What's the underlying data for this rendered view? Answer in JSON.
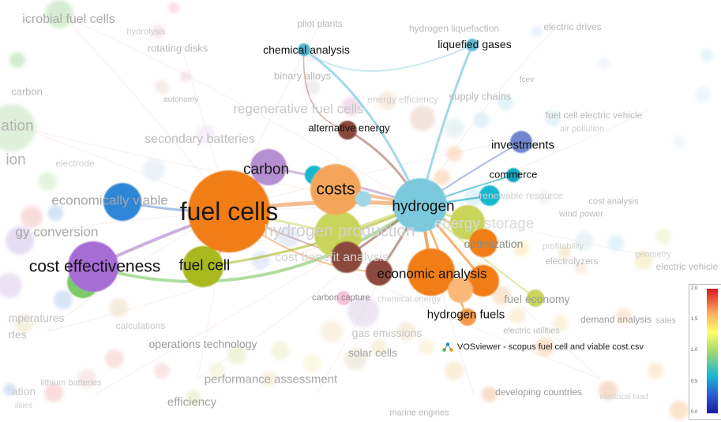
{
  "app": {
    "watermark": "VOSviewer - scopus fuel cell and viable cost.csv"
  },
  "legend": {
    "ticks": [
      "2.0",
      "1.5",
      "1.0",
      "0.5",
      "0.0"
    ]
  },
  "colors": {
    "orange": "#f07d16",
    "light_orange": "#f5a55a",
    "cyan": "#7cc9dd",
    "teal": "#16a7c0",
    "purple": "#a66dd4",
    "blue": "#2f86d6",
    "olive": "#a9b81f",
    "yellowgreen": "#c8d45a",
    "brown": "#8b4a3c",
    "green": "#7fc96a",
    "lavender": "#b58fd1"
  },
  "labels": {
    "microbial_fuel_cells": "icrobial fuel cells",
    "pilot_plants": "pilot plants",
    "hydrogen_liquefaction": "hydrogen liquefaction",
    "electric_drives": "electric drives",
    "hydrolysis": "hydrolysis",
    "rotating_disks": "rotating disks",
    "chemical_analysis": "chemical analysis",
    "liquefied_gases": "liquefied gases",
    "binary_alloys": "binary alloys",
    "carbon_left": "carbon",
    "autonomy": "autonomy",
    "regenerative_fuel_cells": "regenerative fuel cells",
    "energy_efficiency": "energy efficiency",
    "supply_chains": "supply chains",
    "fcev": "fcev",
    "fuel_cell_electric_vehicle": "fuel cell electric vehicle",
    "air_pollution": "air pollution",
    "ation": "ation",
    "alternative_energy": "alternative energy",
    "secondary_batteries": "secondary batteries",
    "investments": "investments",
    "ion": "ion",
    "electrode": "electrode",
    "carbon": "carbon",
    "commerce": "commerce",
    "economically_viable": "economically viable",
    "costs": "costs",
    "hydrogen": "hydrogen",
    "cost_analysis": "cost analysis",
    "fuel_cells": "fuel cells",
    "energy_storage": "energy storage",
    "renewable_resource": "renewable resource",
    "wind_power": "wind power",
    "energy_conversion": "gy conversion",
    "hydrogen_production": "hydrogen production",
    "optimization": "optimization",
    "profitability": "profitability",
    "electrolyzers": "electrolyzers",
    "cost_benefit_analysis": "cost benefit analysis",
    "geometry": "geometry",
    "electric_vehicle": "electric vehicle",
    "cost_effectiveness": "cost effectiveness",
    "fuel_cell": "fuel cell",
    "economic_analysis": "economic analysis",
    "carbon_capture": "carbon capture",
    "chemical_energy": "chemical energy",
    "fuel_economy": "fuel economy",
    "temperatures": "mperatures",
    "hydrogen_fuels": "hydrogen fuels",
    "calculations": "calculations",
    "ites": "rtes",
    "electric_utilities": "electric utilities",
    "demand_analysis": "demand analysis",
    "sales": "sales",
    "operations_technology": "operations technology",
    "gas_emissions": "gas emissions",
    "solar_cells": "solar cells",
    "lithium_batteries": "lithium batteries",
    "performance_assessment": "performance assessment",
    "ation2": "ation",
    "efficiency": "efficiency",
    "developing_countries": "developing countries",
    "electrical_load": "electrical load",
    "marine_engines": "marine engines",
    "ilities": "ilities"
  }
}
